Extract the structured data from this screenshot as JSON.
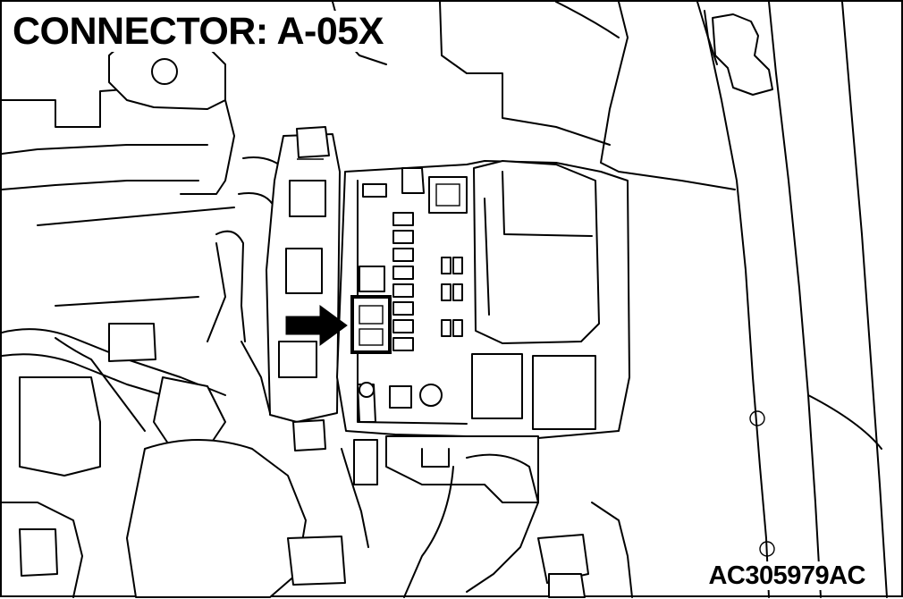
{
  "diagram": {
    "title": "CONNECTOR: A-05X",
    "figure_code": "AC305979AC",
    "pointer": "arrow-icon",
    "highlight": "connector-a05x",
    "colors": {
      "line": "#000000",
      "background": "#ffffff"
    }
  }
}
